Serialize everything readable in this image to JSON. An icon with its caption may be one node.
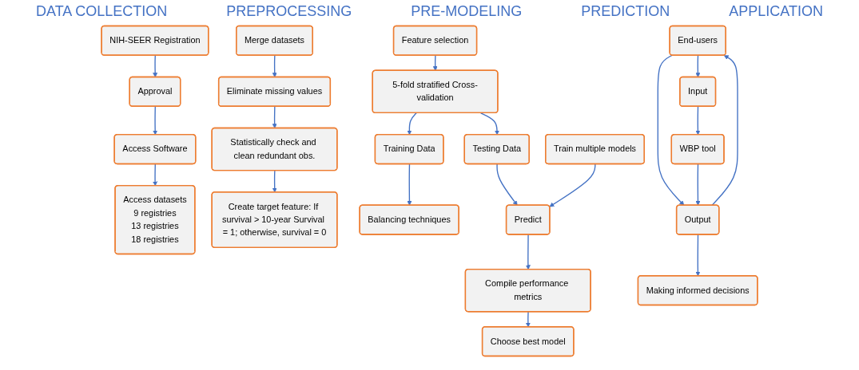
{
  "diagram": {
    "nodes": [
      {
        "text": [
          "NIH-SEER Registration"
        ]
      },
      {
        "text": [
          "Approval"
        ]
      },
      {
        "text": [
          "Access Software"
        ]
      },
      {
        "text": [
          "Access datasets",
          "9 registries",
          "13 registries",
          "18 registries"
        ]
      },
      {
        "text": [
          "Merge datasets"
        ]
      },
      {
        "text": [
          "Eliminate missing values"
        ]
      },
      {
        "text": [
          "Statistically check and clean redundant obs."
        ]
      },
      {
        "text": [
          "Create target feature: If survival > 10-year Survival = 1; otherwise, survival = 0"
        ]
      },
      {
        "text": [
          "Feature selection"
        ]
      },
      {
        "text": [
          "5-fold stratified Cross-validation"
        ]
      },
      {
        "text": [
          "Testing Data"
        ]
      },
      {
        "text": [
          "Training Data"
        ]
      },
      {
        "text": [
          "Balancing techniques"
        ]
      },
      {
        "text": [
          "Train multiple models"
        ]
      },
      {
        "text": [
          "Predict"
        ]
      },
      {
        "text": [
          "Compile performance metrics"
        ]
      },
      {
        "text": [
          "Choose best model"
        ]
      },
      {
        "text": [
          "End-users"
        ]
      },
      {
        "text": [
          "Input"
        ]
      },
      {
        "text": [
          "Output"
        ]
      },
      {
        "text": [
          "WBP tool"
        ]
      },
      {
        "text": [
          "Making informed decisions"
        ]
      }
    ],
    "edges": [
      {
        "from": 0,
        "to": 1,
        "arrow": "to"
      },
      {
        "from": 1,
        "to": 2,
        "arrow": "to"
      },
      {
        "from": 2,
        "to": 3,
        "arrow": "to"
      },
      {
        "from": 4,
        "to": 5,
        "arrow": "to"
      },
      {
        "from": 5,
        "to": 6,
        "arrow": "to"
      },
      {
        "from": 6,
        "to": 7,
        "arrow": "to"
      },
      {
        "from": 8,
        "to": 9,
        "arrow": "to"
      },
      {
        "from": 9,
        "to": 10,
        "arrow": "to"
      },
      {
        "from": 9,
        "to": 11,
        "arrow": "to"
      },
      {
        "from": 11,
        "to": 12,
        "arrow": "to"
      },
      {
        "from": 10,
        "to": 14,
        "arrow": "to"
      },
      {
        "from": 13,
        "to": 14,
        "arrow": "to"
      },
      {
        "from": 14,
        "to": 15,
        "arrow": "to"
      },
      {
        "from": 15,
        "to": 16,
        "arrow": "to"
      },
      {
        "from": 17,
        "to": 18,
        "arrow": "to"
      },
      {
        "from": 17,
        "to": 19,
        "arrow": "to"
      },
      {
        "from": 19,
        "to": 17,
        "arrow": "to"
      },
      {
        "from": 18,
        "to": 20,
        "arrow": "to"
      },
      {
        "from": 20,
        "to": 19,
        "arrow": "to"
      },
      {
        "from": 19,
        "to": 21,
        "arrow": "to"
      }
    ],
    "labels": [
      "DATA COLLECTION",
      "PREPROCESSING",
      "PRE-MODELING",
      "PREDICTION",
      "APPLICATION"
    ]
  }
}
